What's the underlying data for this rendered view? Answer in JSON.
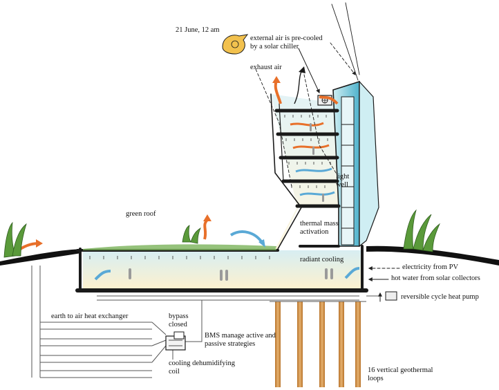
{
  "labels": {
    "date_time": "21 June, 12 am",
    "external_air": "external air is pre-cooled by a solar chiller",
    "exhaust_air": "exhaust air",
    "light_well": "light well",
    "green_roof": "green roof",
    "thermal_mass": "thermal mass activation",
    "radiant_cooling": "radiant cooling",
    "electricity": "electricity from PV",
    "hot_water": "hot water from solar collectors",
    "heat_pump": "reversible cycle heat pump",
    "earth_exchanger": "earth to air heat exchanger",
    "bypass": "bypass closed",
    "bms": "BMS manage active and passive strategies",
    "cooling_coil": "cooling dehumidifying coil",
    "geothermal": "16 vertical geothermal loops"
  },
  "icons": {
    "sun": "sun-icon",
    "fan": "fan-icon",
    "airflow": "airflow-arrow-icon",
    "person": "person-figure-icon",
    "plant": "plant-icon"
  },
  "colors": {
    "glass": "#7fcfe0",
    "glass_light": "#cfeef3",
    "interior": "#fdf3d6",
    "warm_arrow": "#e8702a",
    "cool_arrow": "#5aa9d6",
    "sun": "#f2c14e",
    "grass": "#5a9a3a",
    "pipe": "#c98a3c"
  }
}
